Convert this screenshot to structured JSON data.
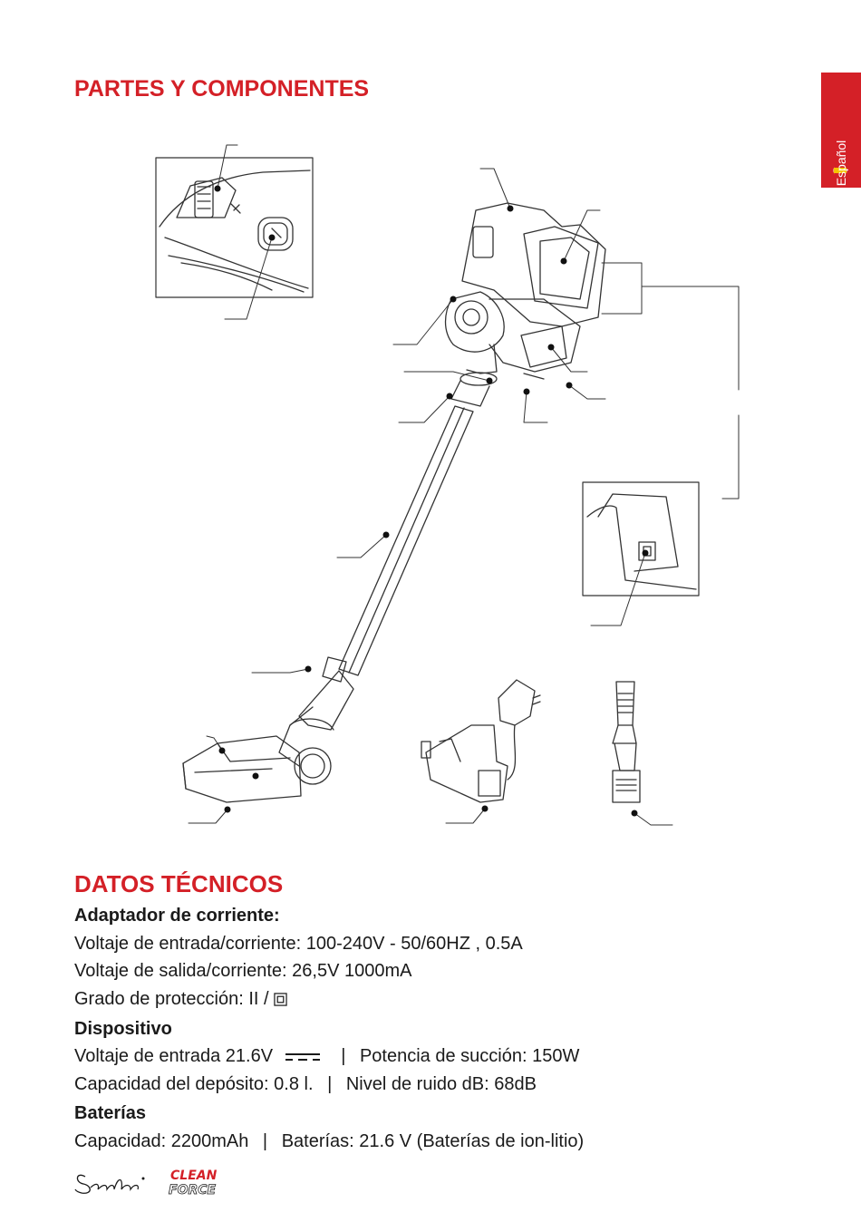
{
  "page": {
    "parts_title": "PARTES Y COMPONENTES",
    "language_tab": "Español",
    "data_title": "DATOS TÉCNICOS"
  },
  "specs": {
    "adapter_heading": "Adaptador de corriente:",
    "input_voltage": "Voltaje de entrada/corriente: 100-240V - 50/60HZ , 0.5A",
    "output_voltage": "Voltaje de salida/corriente: 26,5V 1000mA",
    "protection": "Grado de protección: II /",
    "device_heading": "Dispositivo",
    "device_voltage": "Voltaje de entrada 21.6V",
    "suction_power": "Potencia de succión: 150W",
    "tank_capacity": "Capacidad del depósito: 0.8 l.",
    "noise_level": "Nivel de ruido dB: 68dB",
    "battery_heading": "Baterías",
    "battery_capacity": "Capacidad: 2200mAh",
    "battery_type": "Baterías: 21.6 V (Baterías de ion-litio)",
    "separator": "|"
  },
  "logo": {
    "brand_script": "Samba",
    "product_line_1": "CLEAN",
    "product_line_2": "FORCE"
  },
  "colors": {
    "accent": "#d42027",
    "text": "#1a1a1a",
    "line": "#333333"
  }
}
